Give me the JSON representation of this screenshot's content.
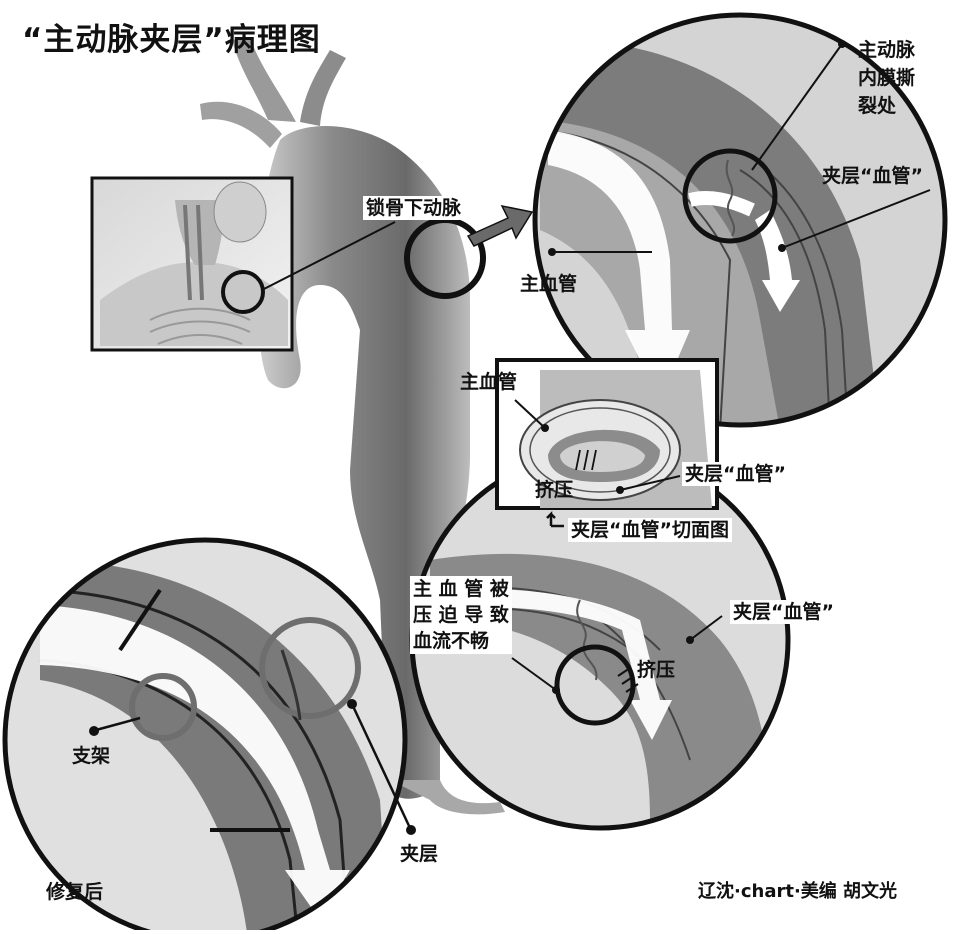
{
  "title": "“主动脉夹层”病理图",
  "labels": {
    "subclavian_artery": "锁骨下动脉",
    "intimal_tear": [
      "主动脉",
      "内膜撕",
      "裂处"
    ],
    "false_lumen_top": "夹层“血管”",
    "true_lumen_top": "主血管",
    "true_lumen_inset": "主血管",
    "squeeze_inset": "挤压",
    "false_lumen_inset": "夹层“血管”",
    "cross_section_caption": "夹层“血管”切面图",
    "compressed_note": [
      "主 血 管 被",
      "压 迫 导 致",
      "血流不畅"
    ],
    "false_lumen_mid": "夹层“血管”",
    "squeeze_mid": "挤压",
    "stent": "支架",
    "dissection": "夹层",
    "after_repair": "修复后",
    "credit": "辽沈·chart·美编  胡文光"
  },
  "colors": {
    "background": "#ffffff",
    "ink": "#111111",
    "vessel_dark": "#5a5a5a",
    "vessel_mid": "#8a8a8a",
    "vessel_light": "#cfcfcf",
    "stent_ring": "#6e6e6e"
  }
}
